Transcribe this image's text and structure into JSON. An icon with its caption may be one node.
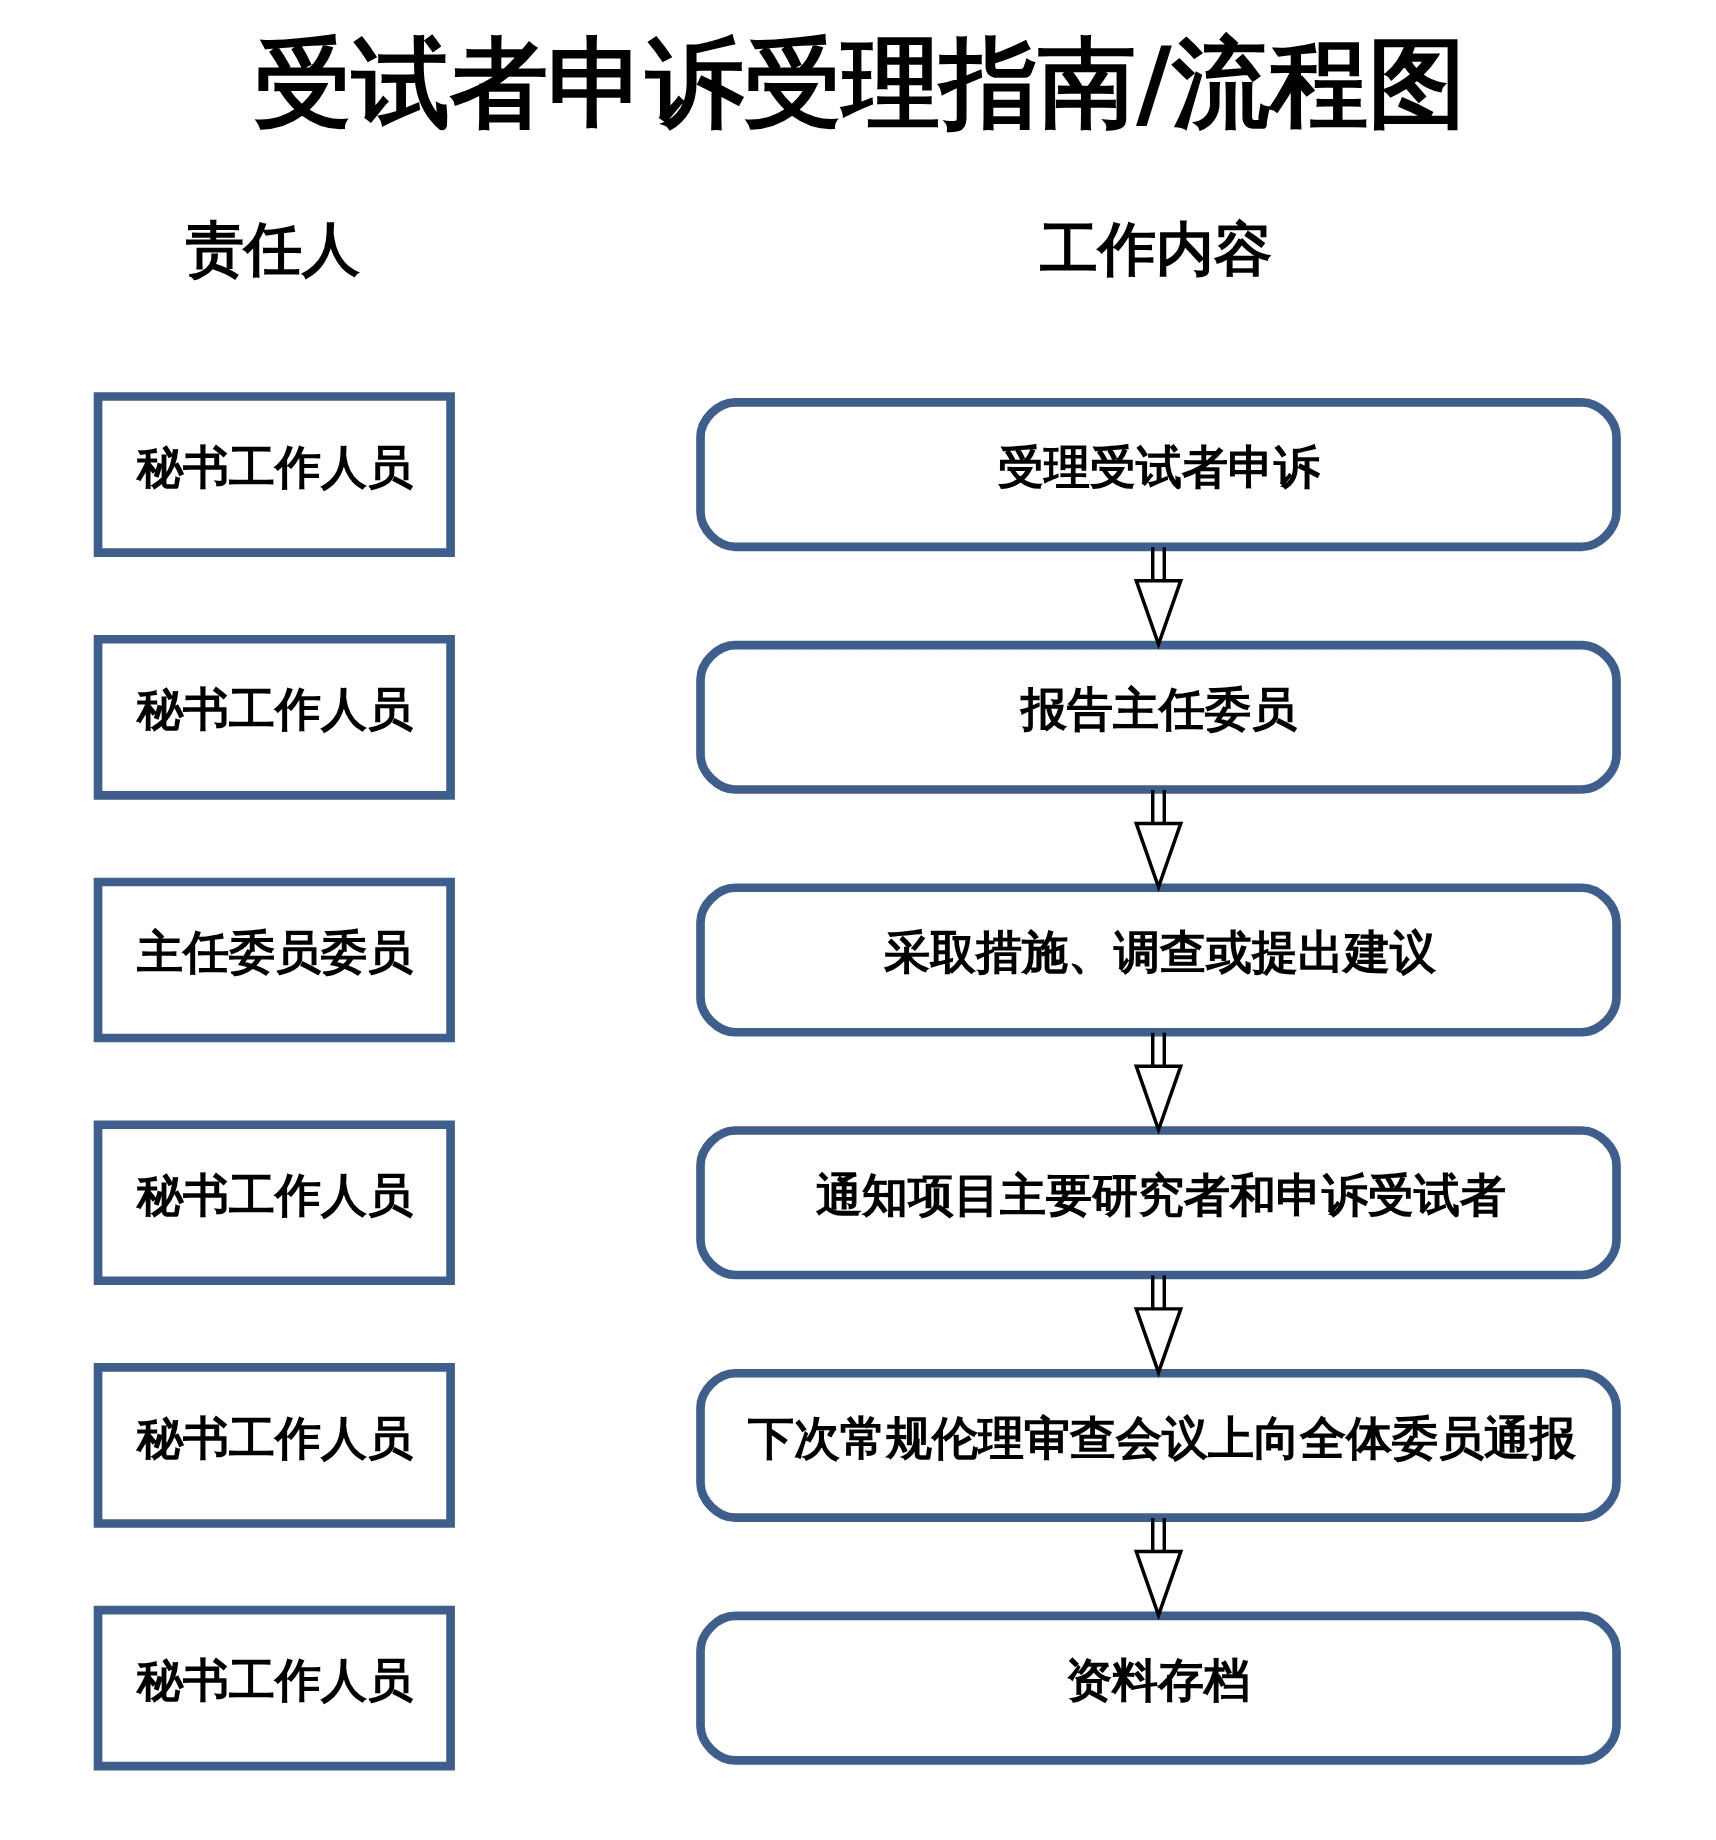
{
  "diagram": {
    "title": "受试者申诉受理指南/流程图",
    "nodes": [
      {
        "text": [
          "秘书工作人员"
        ]
      },
      {
        "text": [
          "受理受试者申诉"
        ]
      },
      {
        "text": [
          "秘书工作人员"
        ]
      },
      {
        "text": [
          "报告主任委员"
        ]
      },
      {
        "text": [
          "主任委员委员"
        ]
      },
      {
        "text": [
          "采取措施、调查或提出建议"
        ]
      },
      {
        "text": [
          "秘书工作人员"
        ]
      },
      {
        "text": [
          "通知项目主要研究者和申诉受试者"
        ]
      },
      {
        "text": [
          "秘书工作人员"
        ]
      },
      {
        "text": [
          "下次常规伦理审查会议上向全体委员通报"
        ]
      },
      {
        "text": [
          "秘书工作人员"
        ]
      },
      {
        "text": [
          "资料存档"
        ]
      }
    ],
    "edges": [
      {
        "from": 1,
        "to": 3,
        "arrow": "to"
      },
      {
        "from": 3,
        "to": 5,
        "arrow": "to"
      },
      {
        "from": 5,
        "to": 7,
        "arrow": "to"
      },
      {
        "from": 7,
        "to": 9,
        "arrow": "to"
      },
      {
        "from": 9,
        "to": 11,
        "arrow": "to"
      }
    ],
    "labels": [
      "责任人",
      "工作内容"
    ]
  }
}
